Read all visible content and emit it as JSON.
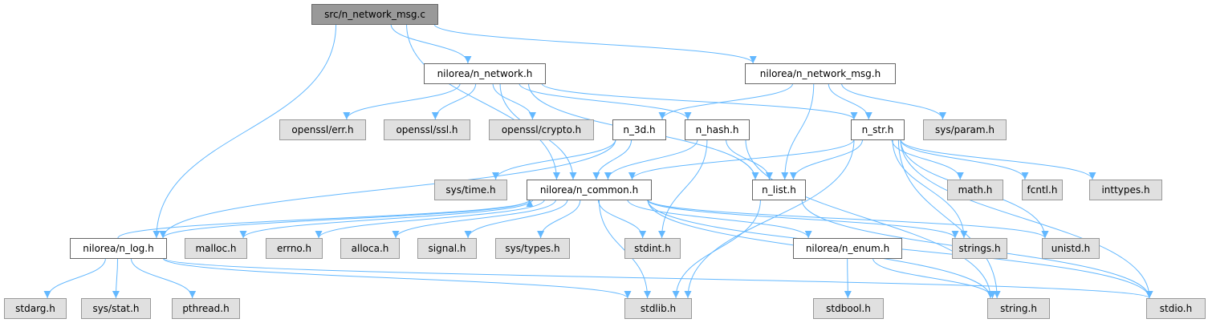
{
  "diagram": {
    "title": "src/n_network_msg.c",
    "colors": {
      "edge": "#63b8ff",
      "root_fill": "#999999",
      "local_fill": "#ffffff",
      "system_fill": "#e0e0e0",
      "border_dark": "#666666",
      "border_light": "#999999"
    },
    "nodes": [
      {
        "id": "root",
        "label": "src/n_network_msg.c",
        "kind": "root"
      },
      {
        "id": "n_network",
        "label": "nilorea/n_network.h",
        "kind": "local"
      },
      {
        "id": "n_network_msg",
        "label": "nilorea/n_network_msg.h",
        "kind": "local"
      },
      {
        "id": "openssl_err",
        "label": "openssl/err.h",
        "kind": "system"
      },
      {
        "id": "openssl_ssl",
        "label": "openssl/ssl.h",
        "kind": "system"
      },
      {
        "id": "openssl_crypto",
        "label": "openssl/crypto.h",
        "kind": "system"
      },
      {
        "id": "n_3d",
        "label": "n_3d.h",
        "kind": "local"
      },
      {
        "id": "n_hash",
        "label": "n_hash.h",
        "kind": "local"
      },
      {
        "id": "n_str",
        "label": "n_str.h",
        "kind": "local"
      },
      {
        "id": "sys_param",
        "label": "sys/param.h",
        "kind": "system"
      },
      {
        "id": "sys_time",
        "label": "sys/time.h",
        "kind": "system"
      },
      {
        "id": "n_common",
        "label": "nilorea/n_common.h",
        "kind": "local"
      },
      {
        "id": "n_list",
        "label": "n_list.h",
        "kind": "local"
      },
      {
        "id": "math",
        "label": "math.h",
        "kind": "system"
      },
      {
        "id": "fcntl",
        "label": "fcntl.h",
        "kind": "system"
      },
      {
        "id": "inttypes",
        "label": "inttypes.h",
        "kind": "system"
      },
      {
        "id": "n_log",
        "label": "nilorea/n_log.h",
        "kind": "local"
      },
      {
        "id": "malloc",
        "label": "malloc.h",
        "kind": "system"
      },
      {
        "id": "errno",
        "label": "errno.h",
        "kind": "system"
      },
      {
        "id": "alloca",
        "label": "alloca.h",
        "kind": "system"
      },
      {
        "id": "signal",
        "label": "signal.h",
        "kind": "system"
      },
      {
        "id": "sys_types",
        "label": "sys/types.h",
        "kind": "system"
      },
      {
        "id": "stdint",
        "label": "stdint.h",
        "kind": "system"
      },
      {
        "id": "n_enum",
        "label": "nilorea/n_enum.h",
        "kind": "local"
      },
      {
        "id": "strings",
        "label": "strings.h",
        "kind": "system"
      },
      {
        "id": "unistd",
        "label": "unistd.h",
        "kind": "system"
      },
      {
        "id": "stdarg",
        "label": "stdarg.h",
        "kind": "system"
      },
      {
        "id": "sys_stat",
        "label": "sys/stat.h",
        "kind": "system"
      },
      {
        "id": "pthread",
        "label": "pthread.h",
        "kind": "system"
      },
      {
        "id": "stdlib",
        "label": "stdlib.h",
        "kind": "system"
      },
      {
        "id": "stdbool",
        "label": "stdbool.h",
        "kind": "system"
      },
      {
        "id": "string",
        "label": "string.h",
        "kind": "system"
      },
      {
        "id": "stdio",
        "label": "stdio.h",
        "kind": "system"
      }
    ],
    "edges": [
      [
        "root",
        "n_network"
      ],
      [
        "root",
        "n_network_msg"
      ],
      [
        "root",
        "n_common"
      ],
      [
        "root",
        "n_log"
      ],
      [
        "n_network",
        "openssl_err"
      ],
      [
        "n_network",
        "openssl_ssl"
      ],
      [
        "n_network",
        "openssl_crypto"
      ],
      [
        "n_network",
        "n_hash"
      ],
      [
        "n_network",
        "n_str"
      ],
      [
        "n_network",
        "n_list"
      ],
      [
        "n_network",
        "n_common"
      ],
      [
        "n_network_msg",
        "n_3d"
      ],
      [
        "n_network_msg",
        "n_list"
      ],
      [
        "n_network_msg",
        "n_str"
      ],
      [
        "n_network_msg",
        "sys_param"
      ],
      [
        "n_3d",
        "sys_time"
      ],
      [
        "n_3d",
        "n_common"
      ],
      [
        "n_3d",
        "n_log"
      ],
      [
        "n_hash",
        "n_common"
      ],
      [
        "n_hash",
        "n_list"
      ],
      [
        "n_hash",
        "stdint"
      ],
      [
        "n_hash",
        "string"
      ],
      [
        "n_str",
        "n_common"
      ],
      [
        "n_str",
        "n_list"
      ],
      [
        "n_str",
        "math"
      ],
      [
        "n_str",
        "fcntl"
      ],
      [
        "n_str",
        "inttypes"
      ],
      [
        "n_str",
        "strings"
      ],
      [
        "n_str",
        "unistd"
      ],
      [
        "n_str",
        "stdlib"
      ],
      [
        "n_str",
        "string"
      ],
      [
        "n_str",
        "stdio"
      ],
      [
        "n_list",
        "stdlib"
      ],
      [
        "n_list",
        "stdio"
      ],
      [
        "n_common",
        "n_log"
      ],
      [
        "n_common",
        "malloc"
      ],
      [
        "n_common",
        "errno"
      ],
      [
        "n_common",
        "alloca"
      ],
      [
        "n_common",
        "signal"
      ],
      [
        "n_common",
        "sys_types"
      ],
      [
        "n_common",
        "stdint"
      ],
      [
        "n_common",
        "stdlib"
      ],
      [
        "n_common",
        "n_enum"
      ],
      [
        "n_common",
        "strings"
      ],
      [
        "n_common",
        "unistd"
      ],
      [
        "n_common",
        "string"
      ],
      [
        "n_common",
        "stdio"
      ],
      [
        "n_log",
        "n_common"
      ],
      [
        "n_log",
        "stdarg"
      ],
      [
        "n_log",
        "sys_stat"
      ],
      [
        "n_log",
        "pthread"
      ],
      [
        "n_log",
        "stdlib"
      ],
      [
        "n_log",
        "stdio"
      ],
      [
        "n_enum",
        "stdbool"
      ],
      [
        "n_enum",
        "string"
      ]
    ]
  }
}
